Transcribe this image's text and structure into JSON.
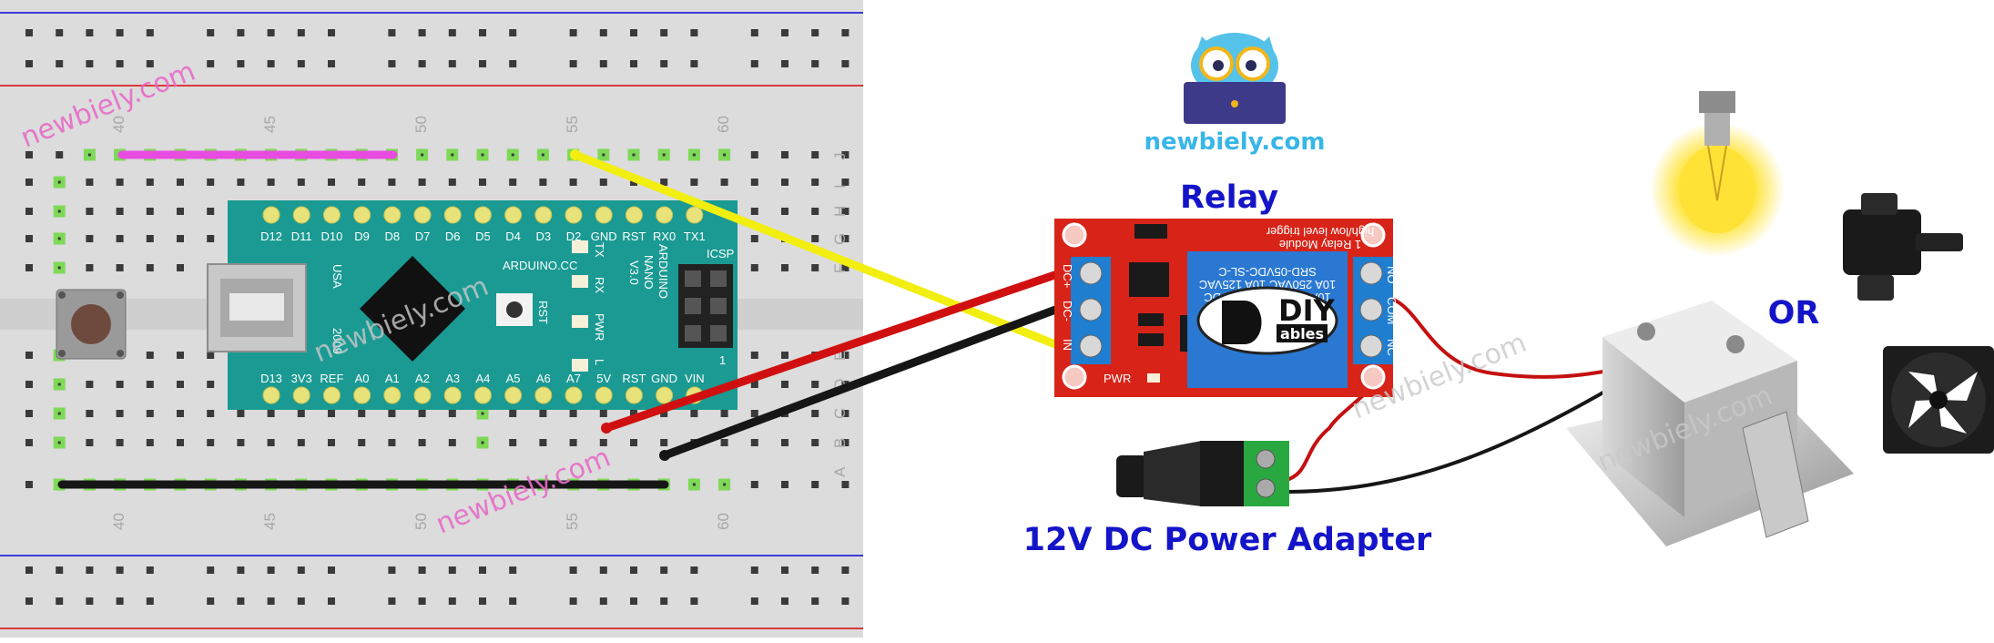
{
  "brand": {
    "logo_text": "newbiely.com"
  },
  "watermark_text": "newbiely.com",
  "labels": {
    "relay": "Relay",
    "power_adapter": "12V DC Power Adapter",
    "or": "OR"
  },
  "breadboard": {
    "column_numbers": [
      "40",
      "45",
      "50",
      "55",
      "60"
    ],
    "row_letters_top": [
      "J",
      "I",
      "H",
      "G",
      "F"
    ],
    "row_letters_bottom": [
      "E",
      "D",
      "C",
      "B",
      "A"
    ]
  },
  "arduino": {
    "top_pins": [
      "D12",
      "D11",
      "D10",
      "D9",
      "D8",
      "D7",
      "D6",
      "D5",
      "D4",
      "D3",
      "D2",
      "GND",
      "RST",
      "RX0",
      "TX1"
    ],
    "bottom_pins": [
      "D13",
      "3V3",
      "REF",
      "A0",
      "A1",
      "A2",
      "A3",
      "A4",
      "A5",
      "A6",
      "A7",
      "5V",
      "RST",
      "GND",
      "VIN"
    ],
    "usa": "USA",
    "year": "2009",
    "arduino_cc": "ARDUINO.CC",
    "model_lines": [
      "ARDUINO",
      "NANO",
      "V3.0"
    ],
    "rst": "RST",
    "icsp": "ICSP",
    "led_labels": [
      "TX",
      "RX",
      "PWR",
      "L"
    ],
    "one": "1"
  },
  "relay_module": {
    "title_lines": [
      "1 Relay Module",
      "high/low level trigger"
    ],
    "pin_labels_left": [
      "DC+",
      "DC-",
      "IN"
    ],
    "pin_labels_right": [
      "NO",
      "COM",
      "NC"
    ],
    "relay_lines": [
      "SRD-05VDC-SL-C",
      "10A 250VAC  10A 125VAC",
      "10A  30VDC  10A  28VDC"
    ],
    "diy_top": "DIY",
    "diy_bottom": "ables",
    "pwr": "PWR"
  },
  "colors": {
    "label_blue": "#1414c8",
    "brand_teal": "#38b6e8",
    "wire_red": "#d01010",
    "wire_black": "#161616",
    "wire_yellow": "#f2ee10",
    "wire_magenta": "#e84be0",
    "arduino_teal": "#1a9a92",
    "relay_red": "#d82418"
  }
}
